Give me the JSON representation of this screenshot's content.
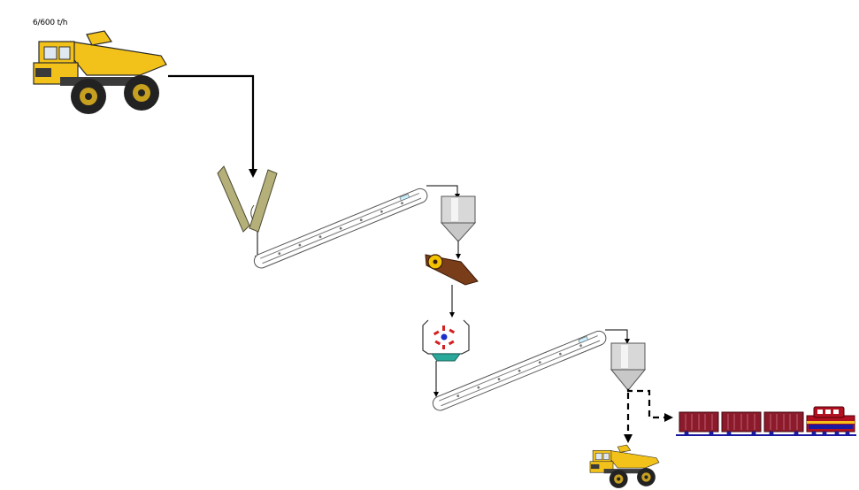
{
  "diagram": {
    "feed_rate_label": "6/600 t/h",
    "components": [
      {
        "id": "haul-truck-feed",
        "kind": "dump-truck"
      },
      {
        "id": "primary-crusher",
        "kind": "jaw-crusher"
      },
      {
        "id": "conveyor-1",
        "kind": "belt-conveyor"
      },
      {
        "id": "bin-1",
        "kind": "surge-bin"
      },
      {
        "id": "apron-feeder",
        "kind": "feeder"
      },
      {
        "id": "secondary-crusher",
        "kind": "impact-crusher"
      },
      {
        "id": "conveyor-2",
        "kind": "belt-conveyor"
      },
      {
        "id": "bin-2",
        "kind": "loadout-bin"
      },
      {
        "id": "rail-train",
        "kind": "train"
      },
      {
        "id": "haul-truck-out",
        "kind": "dump-truck"
      }
    ],
    "colors": {
      "truck_yellow": "#f2c21a",
      "truck_dark": "#2a2a2a",
      "crusher_olive": "#b5b07a",
      "feeder_brown": "#7a3d1a",
      "feeder_yellow": "#f2c200",
      "bin_grey": "#c8c8c8",
      "conveyor_line": "#555555",
      "railcar_red": "#8b1a2b",
      "locomotive_red": "#b01020",
      "rail_blue": "#1a1aa0",
      "crusher_red": "#d42020",
      "crusher_blue": "#1a30c8",
      "outlet_teal": "#2aa89a"
    }
  }
}
